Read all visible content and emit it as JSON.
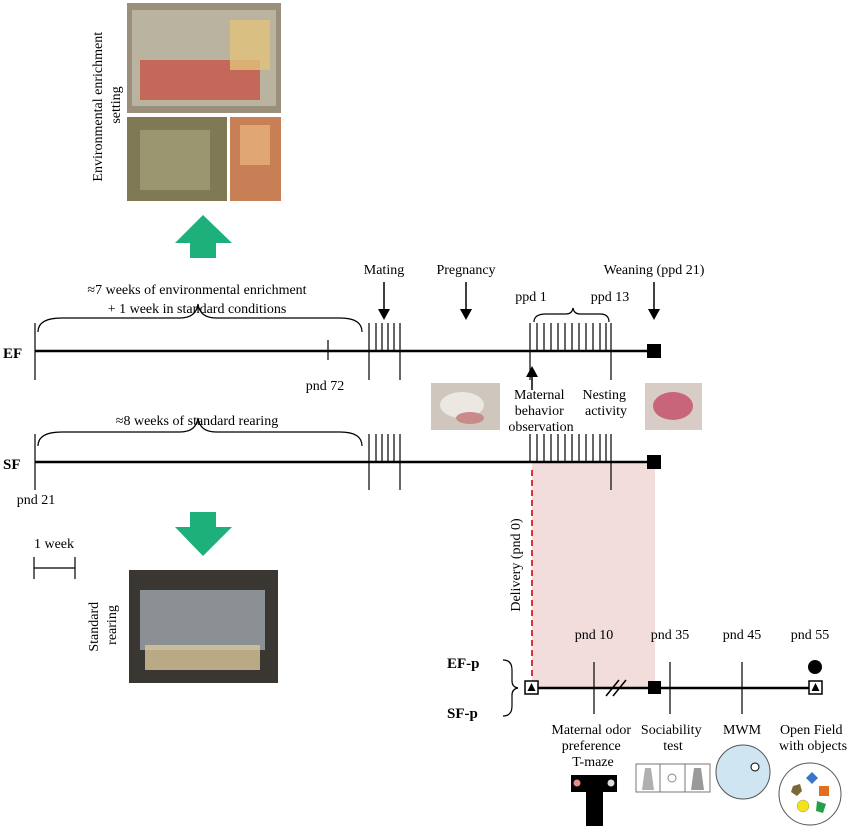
{
  "photos": {
    "enrichment_setting_label_line1": "Environmental enrichment",
    "enrichment_setting_label_line2": "setting",
    "standard_rearing_label_line1": "Standard",
    "standard_rearing_label_line2": "rearing"
  },
  "timeline_labels": {
    "ef_row": "EF",
    "sf_row": "SF",
    "enrichment_brace_line1": "≈7 weeks of environmental enrichment",
    "enrichment_brace_line2": "+ 1 week in standard conditions",
    "standard_brace": "≈8 weeks of standard rearing",
    "mating": "Mating",
    "pregnancy": "Pregnancy",
    "weaning": "Weaning (ppd 21)",
    "ppd1": "ppd 1",
    "ppd13": "ppd 13",
    "pnd72": "pnd 72",
    "pnd21": "pnd 21",
    "maternal_obs_line1": "Maternal",
    "maternal_obs_line2": "behavior",
    "maternal_obs_line3": "observation",
    "nesting_line1": "Nesting",
    "nesting_line2": "activity",
    "scale_bar": "1 week",
    "delivery": "Delivery (pnd 0)"
  },
  "offspring": {
    "efp_row": "EF-p",
    "sfp_row": "SF-p",
    "pnd10": "pnd 10",
    "pnd35": "pnd 35",
    "pnd45": "pnd 45",
    "pnd55": "pnd 55",
    "odor_line1": "Maternal odor",
    "odor_line2": "preference",
    "odor_line3": "T-maze",
    "sociability_line1": "Sociability",
    "sociability_line2": "test",
    "mwm": "MWM",
    "openfield_line1": "Open Field",
    "openfield_line2": "with objects"
  },
  "colors": {
    "arrow_green": "#1db07a",
    "delivery_red": "#e0303a",
    "shade_pink": "#f2dcdc",
    "mwm_blue": "#cfe6f2"
  }
}
